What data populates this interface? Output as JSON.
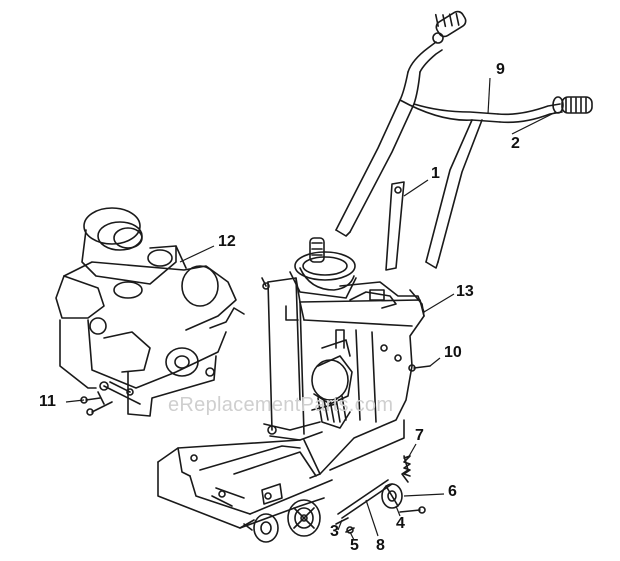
{
  "watermark": "eReplacementParts.com",
  "callouts": [
    {
      "id": "c1",
      "label": "1"
    },
    {
      "id": "c2",
      "label": "2"
    },
    {
      "id": "c3",
      "label": "3"
    },
    {
      "id": "c4",
      "label": "4"
    },
    {
      "id": "c5",
      "label": "5"
    },
    {
      "id": "c6",
      "label": "6"
    },
    {
      "id": "c7",
      "label": "7"
    },
    {
      "id": "c8",
      "label": "8"
    },
    {
      "id": "c9",
      "label": "9"
    },
    {
      "id": "c10",
      "label": "10"
    },
    {
      "id": "c11",
      "label": "11"
    },
    {
      "id": "c12",
      "label": "12"
    },
    {
      "id": "c13",
      "label": "13"
    }
  ]
}
